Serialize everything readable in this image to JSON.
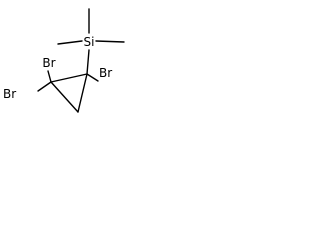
{
  "molecule": {
    "atoms": {
      "silicon": "Si",
      "bromine_right": "Br",
      "bromine_top_left": "Br",
      "bromine_bottom_left": "Br"
    },
    "colors": {
      "bond": "#000000",
      "label": "#000000",
      "background": "#ffffff"
    }
  }
}
